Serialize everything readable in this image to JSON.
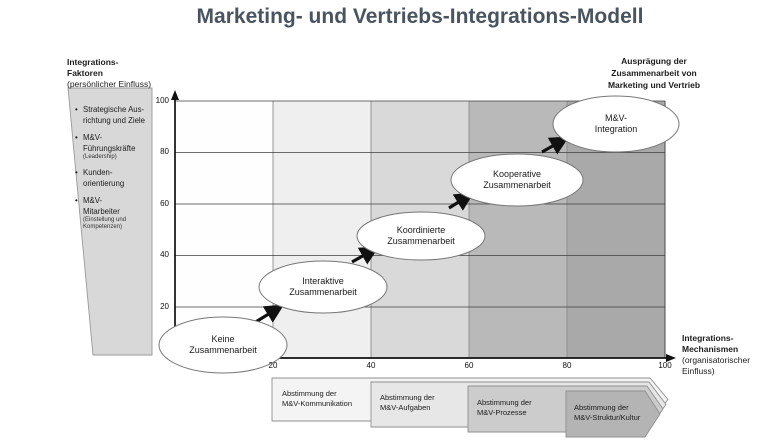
{
  "title": "Marketing- und Vertriebs-Integrations-Modell",
  "left_panel": {
    "heading1": "Integrations-",
    "heading2": "Faktoren",
    "subheading": "(persönlicher Einfluss)",
    "items": [
      {
        "lines": [
          "Strategische Aus-",
          "richtung und Ziele"
        ],
        "note": ""
      },
      {
        "lines": [
          "M&V-",
          "Führungskräfte"
        ],
        "note": "(Leadership)"
      },
      {
        "lines": [
          "Kunden-",
          "orientierung"
        ],
        "note": ""
      },
      {
        "lines": [
          "M&V-",
          "Mitarbeiter"
        ],
        "note": "(Einstellung und Kompetenzen)"
      }
    ]
  },
  "right_top_annotation": {
    "lines": [
      "Ausprägung der",
      "Zusammenarbeit von",
      "Marketing und Vertrieb"
    ]
  },
  "right_bottom_annotation": {
    "heading1": "Integrations-",
    "heading2": "Mechanismen",
    "sub1": "(organisatorischer",
    "sub2": "Einfluss)"
  },
  "chart_data": {
    "type": "scatter",
    "title": "Marketing- und Vertriebs-Integrations-Modell",
    "x_axis": {
      "label": "Integrations-Mechanismen (organisatorischer Einfluss)",
      "range": [
        0,
        100
      ],
      "ticks": [
        20,
        40,
        60,
        80,
        100
      ]
    },
    "y_axis": {
      "label": "Integrations-Faktoren (persönlicher Einfluss)",
      "range": [
        0,
        100
      ],
      "ticks": [
        100,
        80,
        60,
        40,
        20
      ]
    },
    "grid": true,
    "band_colors": [
      "#fefefe",
      "#efefef",
      "#d9d9d9",
      "#b9b9b9",
      "#a9a9a9"
    ],
    "stages": [
      {
        "label_lines": [
          "Keine",
          "Zusammenarbeit"
        ],
        "x": 10,
        "y": 9
      },
      {
        "label_lines": [
          "Interaktive",
          "Zusammenarbeit"
        ],
        "x": 30,
        "y": 28
      },
      {
        "label_lines": [
          "Koordinierte",
          "Zusammenarbeit"
        ],
        "x": 50,
        "y": 48
      },
      {
        "label_lines": [
          "Kooperative",
          "Zusammenarbeit"
        ],
        "x": 70,
        "y": 70
      },
      {
        "label_lines": [
          "M&V-",
          "Integration"
        ],
        "x": 90,
        "y": 92
      }
    ]
  },
  "bottom_arrows": [
    {
      "lines": [
        "Abstimmung der",
        "M&V-Kommunikation"
      ],
      "fill": "#f4f4f4"
    },
    {
      "lines": [
        "Abstimmung der",
        "M&V-Aufgaben"
      ],
      "fill": "#e7e7e7"
    },
    {
      "lines": [
        "Abstimmung der",
        "M&V-Prozesse"
      ],
      "fill": "#cccccc"
    },
    {
      "lines": [
        "Abstimmung der",
        "M&V-Struktur/Kultur"
      ],
      "fill": "#b4b4b4"
    }
  ],
  "colors": {
    "title_text": "#4a5460",
    "funnel_fill": "#d8d8d8",
    "gridline": "#3f3f3f",
    "axis": "#111111",
    "ellipse_fill": "#ffffff",
    "ellipse_stroke": "#777777"
  }
}
